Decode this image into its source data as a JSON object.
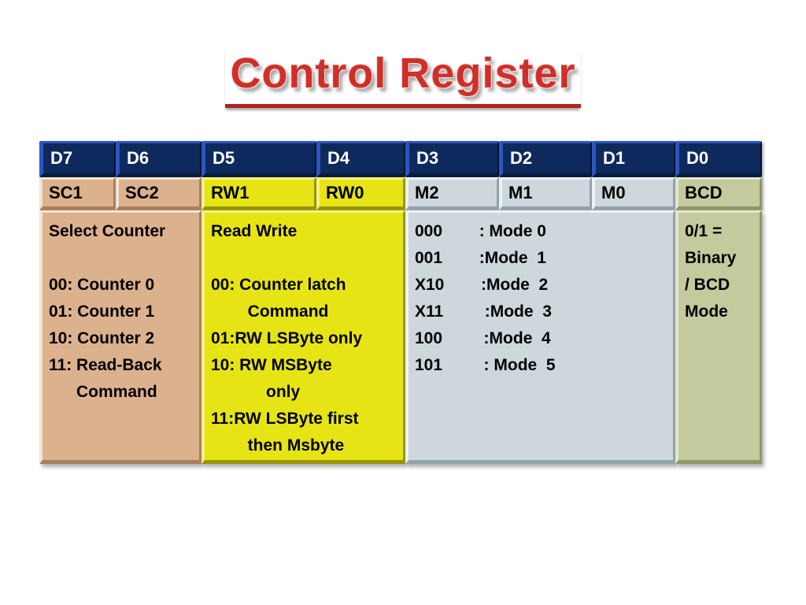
{
  "title": "Control Register",
  "table": {
    "bits": [
      "D7",
      "D6",
      "D5",
      "D4",
      "D3",
      "D2",
      "D1",
      "D0"
    ],
    "fields": [
      "SC1",
      "SC2",
      "RW1",
      "RW0",
      "M2",
      "M1",
      "M0",
      "BCD"
    ],
    "descriptions": {
      "select_counter": "Select Counter\n\n00: Counter 0\n01: Counter 1\n10: Counter 2\n11: Read-Back\n      Command",
      "read_write": "Read Write\n\n00: Counter latch\n        Command\n01:RW LSByte only\n10: RW MSByte\n            only\n11:RW LSByte first\n        then Msbyte",
      "mode": "000        : Mode 0\n001        :Mode  1\nX10        :Mode  2\nX11         :Mode  3\n100         :Mode  4\n101         : Mode  5",
      "bcd": "0/1 =\nBinary\n/ BCD\nMode"
    },
    "colors": {
      "header_bg": "#0e2a5c",
      "header_bevel": "#2d55c4",
      "select_counter_bg": "#dcb18e",
      "read_write_bg": "#e7e415",
      "mode_bg": "#cdd7dc",
      "bcd_bg": "#c5ca9e",
      "title_red": "#ce2f28"
    }
  }
}
